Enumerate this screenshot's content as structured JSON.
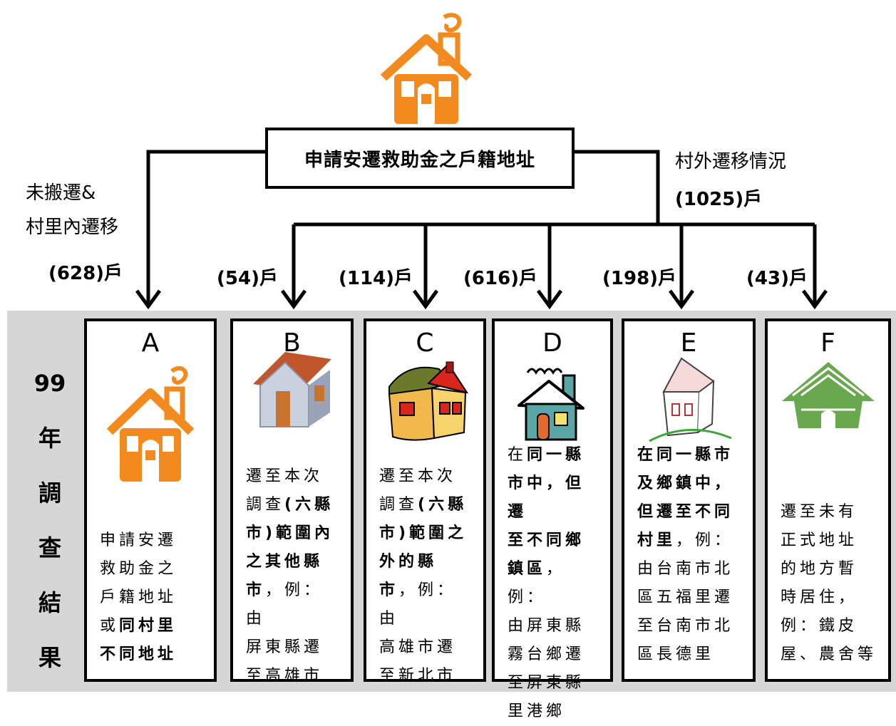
{
  "header": {
    "title": "申請安遷救助金之戶籍地址"
  },
  "left_branch": {
    "label_line1": "未搬遷&",
    "label_line2": "村里內遷移",
    "count": "(628)戶"
  },
  "right_branch": {
    "label": "村外遷移情況",
    "count": "(1025)戶"
  },
  "counts": {
    "B": "(54)戶",
    "C": "(114)戶",
    "D": "(616)戶",
    "E": "(198)戶",
    "F": "(43)戶"
  },
  "year_label": [
    "99",
    "年",
    "調",
    "查",
    "結",
    "果"
  ],
  "cards": [
    {
      "letter": "A",
      "icon": "orange-house-icon",
      "lines": [
        [
          "申請安遷",
          ""
        ],
        [
          "救助金之",
          ""
        ],
        [
          "戶籍地址",
          ""
        ],
        [
          "或",
          "同村里"
        ],
        [
          "",
          "不同地址"
        ]
      ]
    },
    {
      "letter": "B",
      "icon": "grey-house-icon",
      "lines": [
        [
          "遷至本次",
          ""
        ],
        [
          "調查",
          "(六縣"
        ],
        [
          "",
          "市)範圍內"
        ],
        [
          "",
          "之其他縣"
        ],
        [
          "",
          "市"
        ],
        [
          "，例：由",
          ""
        ],
        [
          "屏東縣遷",
          ""
        ],
        [
          "至高雄市",
          ""
        ]
      ]
    },
    {
      "letter": "C",
      "icon": "cartoon-house-icon",
      "lines": [
        [
          "遷至本次",
          ""
        ],
        [
          "調查",
          "(六縣"
        ],
        [
          "",
          "市)範圍之"
        ],
        [
          "",
          "外的縣"
        ],
        [
          "",
          "市"
        ],
        [
          "，例：由",
          ""
        ],
        [
          "高雄市遷",
          ""
        ],
        [
          "至新北市",
          ""
        ]
      ]
    },
    {
      "letter": "D",
      "icon": "teal-house-icon",
      "lines": [
        [
          "在",
          "同一縣"
        ],
        [
          "",
          "市中，但遷"
        ],
        [
          "",
          "至不同鄉"
        ],
        [
          "",
          "鎮區"
        ],
        [
          "，例：",
          ""
        ],
        [
          "由屏東縣",
          ""
        ],
        [
          "霧台鄉遷",
          ""
        ],
        [
          "至屏東縣",
          ""
        ],
        [
          "里港鄉",
          ""
        ]
      ]
    },
    {
      "letter": "E",
      "icon": "sketch-house-icon",
      "lines": [
        [
          "",
          "在同一縣市"
        ],
        [
          "",
          "及鄉鎮中，"
        ],
        [
          "",
          "但遷至不同"
        ],
        [
          "",
          "村里"
        ],
        [
          "，例：",
          ""
        ],
        [
          "由台南市北",
          ""
        ],
        [
          "區五福里遷",
          ""
        ],
        [
          "至台南市北",
          ""
        ],
        [
          "區長德里",
          ""
        ]
      ]
    },
    {
      "letter": "F",
      "icon": "green-hut-icon",
      "lines": [
        [
          "遷至未有",
          ""
        ],
        [
          "正式地址",
          ""
        ],
        [
          "的地方暫",
          ""
        ],
        [
          "時居住，",
          ""
        ],
        [
          "例：鐵皮",
          ""
        ],
        [
          "屋、農舍等",
          ""
        ]
      ]
    }
  ],
  "colors": {
    "panel": "#d6d6d6",
    "orange": "#f28a1e",
    "green": "#6aa84f",
    "teal": "#5aa6a6"
  }
}
